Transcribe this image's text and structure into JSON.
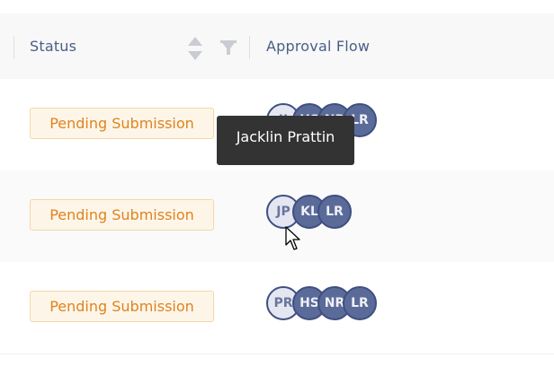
{
  "header": {
    "status_label": "Status",
    "approval_label": "Approval Flow"
  },
  "rows": [
    {
      "status": "Pending Submission",
      "approvers": [
        "JJ",
        "HS",
        "NR",
        "LR"
      ]
    },
    {
      "status": "Pending Submission",
      "approvers": [
        "JP",
        "KL",
        "LR"
      ]
    },
    {
      "status": "Pending Submission",
      "approvers": [
        "PR",
        "HS",
        "NR",
        "LR"
      ]
    }
  ],
  "tooltip": {
    "text": "Jacklin Prattin"
  },
  "colors": {
    "badge_text": "#e0821e",
    "badge_bg": "#fdf6e8",
    "avatar_bg": "#5b6b99",
    "avatar_light_bg": "#e4e6f1",
    "header_text": "#4a5f86"
  }
}
